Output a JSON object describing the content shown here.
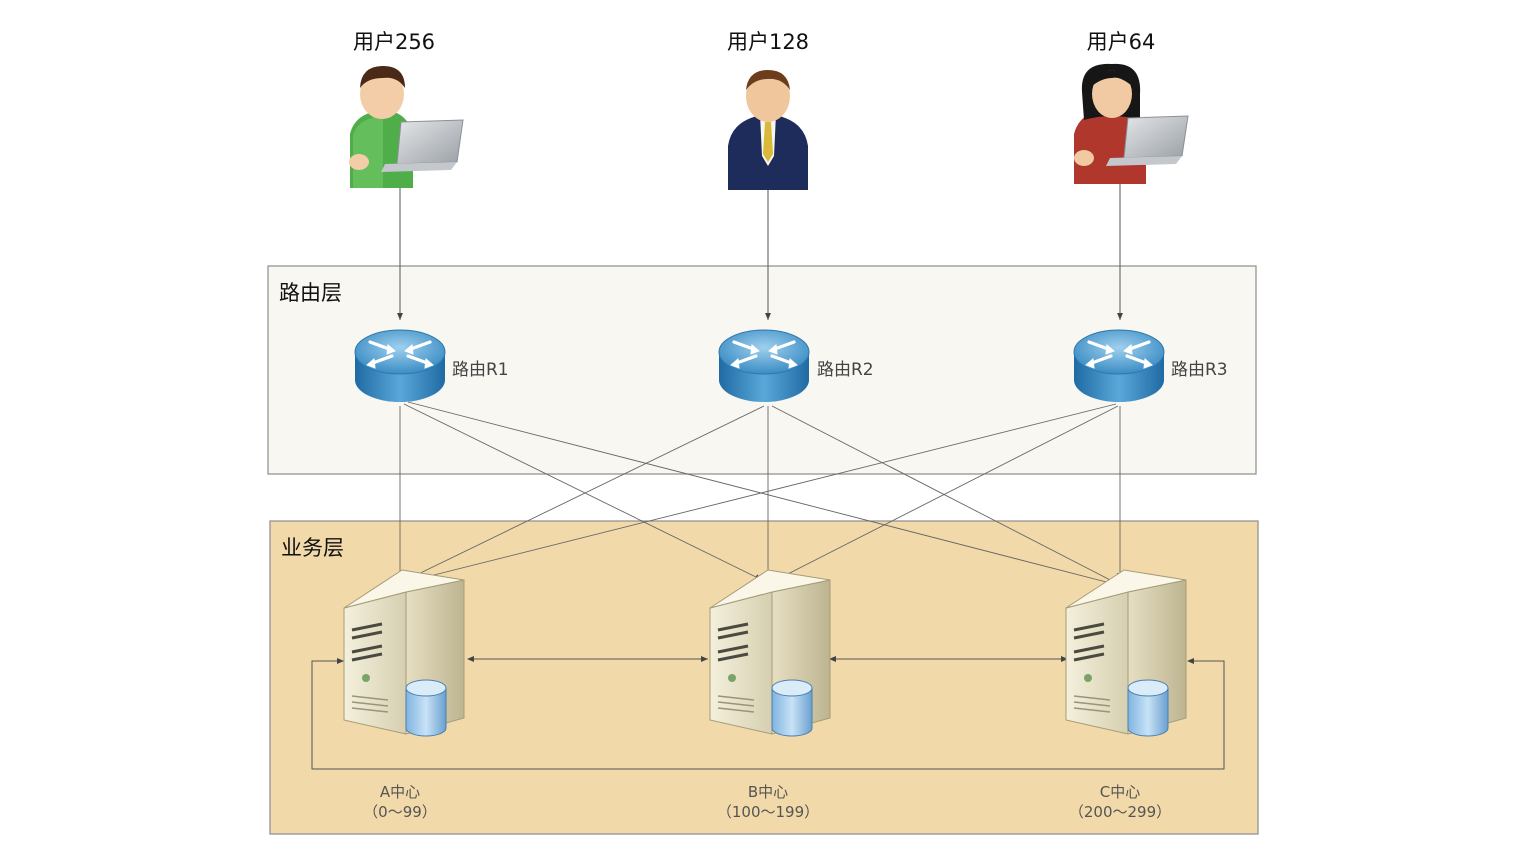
{
  "users": [
    {
      "label": "用户256",
      "avatar": "user-green-laptop-icon",
      "shirt_color": "#4fae4a"
    },
    {
      "label": "用户128",
      "avatar": "user-suit-icon",
      "shirt_color": "#1d2c5a"
    },
    {
      "label": "用户64",
      "avatar": "user-red-laptop-icon",
      "shirt_color": "#b0372c"
    }
  ],
  "routing_layer": {
    "title": "路由层",
    "fill": "#f9f7f1",
    "routers": [
      {
        "label": "路由R1",
        "icon": "router-icon"
      },
      {
        "label": "路由R2",
        "icon": "router-icon"
      },
      {
        "label": "路由R3",
        "icon": "router-icon"
      }
    ]
  },
  "service_layer": {
    "title": "业务层",
    "fill": "#f2d9aa",
    "centers": [
      {
        "name": "A中心",
        "range": "（0～99）",
        "icon": "server-database-icon"
      },
      {
        "name": "B中心",
        "range": "（100～199）",
        "icon": "server-database-icon"
      },
      {
        "name": "C中心",
        "range": "（200～299）",
        "icon": "server-database-icon"
      }
    ]
  }
}
